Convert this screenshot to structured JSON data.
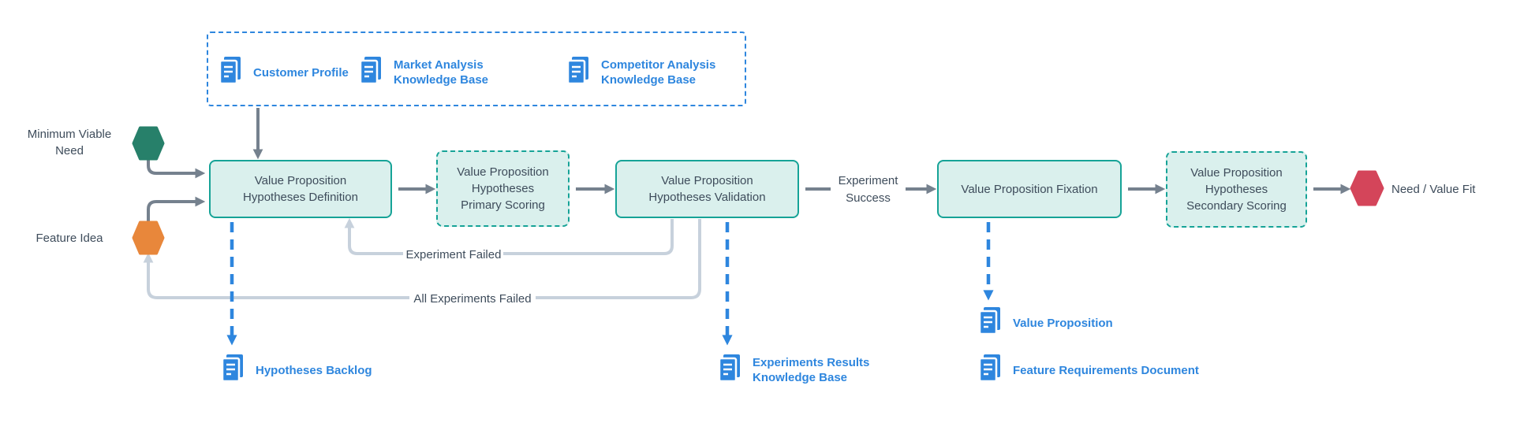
{
  "colors": {
    "accent_blue": "#2E86DE",
    "stage_border_teal": "#16A397",
    "stage_fill": "#DAF0ED",
    "dark_text": "#3E4C5B",
    "flow_arrow_gray": "#75818E",
    "feedback_arrow_gray": "#C7D1DC",
    "need_hexagon": "#27806A",
    "idea_hexagon": "#E8873B",
    "fit_hexagon": "#D4455A"
  },
  "knowledge_panel": {
    "items": [
      {
        "icon": "document-icon",
        "label": "Customer Profile"
      },
      {
        "icon": "document-icon",
        "lines": [
          "Market Analysis",
          "Knowledge Base"
        ]
      },
      {
        "icon": "document-icon",
        "lines": [
          "Competitor Analysis",
          "Knowledge Base"
        ]
      }
    ]
  },
  "inputs": {
    "minimum_viable_need": {
      "icon": "hexagon-icon",
      "lines": [
        "Minimum Viable",
        "Need"
      ]
    },
    "feature_idea": {
      "icon": "hexagon-icon",
      "label": "Feature Idea"
    }
  },
  "stages": {
    "definition": {
      "lines": [
        "Value Proposition",
        "Hypotheses Definition"
      ],
      "style": "solid"
    },
    "primary_scoring": {
      "lines": [
        "Value Proposition",
        "Hypotheses",
        "Primary Scoring"
      ],
      "style": "dashed"
    },
    "validation": {
      "lines": [
        "Value Proposition",
        "Hypotheses Validation"
      ],
      "style": "solid"
    },
    "fixation": {
      "label": "Value Proposition Fixation",
      "style": "solid"
    },
    "secondary_scoring": {
      "lines": [
        "Value Proposition",
        "Hypotheses",
        "Secondary Scoring"
      ],
      "style": "dashed"
    }
  },
  "edges": {
    "experiment_success": {
      "lines": [
        "Experiment",
        "Success"
      ]
    },
    "experiment_failed": "Experiment Failed",
    "all_experiments_failed": "All Experiments Failed"
  },
  "outcome": {
    "icon": "hexagon-icon",
    "label": "Need / Value Fit"
  },
  "outputs": {
    "hypotheses_backlog": {
      "icon": "document-icon",
      "label": "Hypotheses Backlog"
    },
    "experiments_results": {
      "icon": "document-icon",
      "lines": [
        "Experiments Results",
        "Knowledge Base"
      ]
    },
    "value_proposition": {
      "icon": "document-icon",
      "label": "Value Proposition"
    },
    "feature_requirements": {
      "icon": "document-icon",
      "label": "Feature Requirements Document"
    }
  }
}
